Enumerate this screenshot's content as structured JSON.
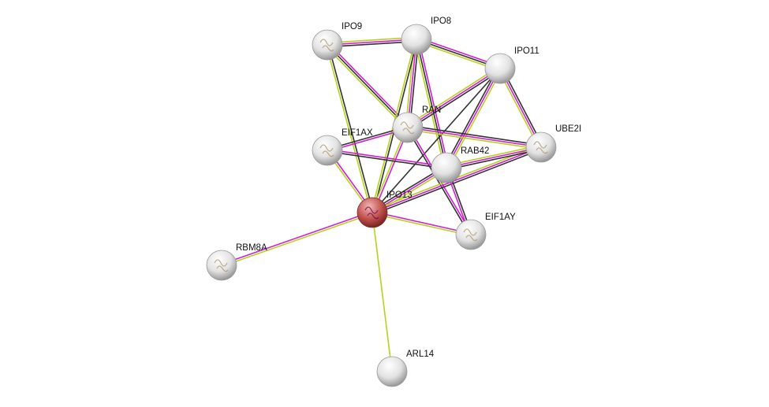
{
  "network": {
    "query_protein": "IPO13",
    "nodes": [
      {
        "id": "IPO9",
        "label": "IPO9",
        "structure": true
      },
      {
        "id": "IPO8",
        "label": "IPO8",
        "structure": false
      },
      {
        "id": "IPO11",
        "label": "IPO11",
        "structure": false
      },
      {
        "id": "RAN",
        "label": "RAN",
        "structure": true
      },
      {
        "id": "EIF1AX",
        "label": "EIF1AX",
        "structure": true
      },
      {
        "id": "UBE2I",
        "label": "UBE2I",
        "structure": true
      },
      {
        "id": "RAB42",
        "label": "RAB42",
        "structure": false
      },
      {
        "id": "IPO13",
        "label": "IPO13",
        "structure": true
      },
      {
        "id": "EIF1AY",
        "label": "EIF1AY",
        "structure": true
      },
      {
        "id": "RBM8A",
        "label": "RBM8A",
        "structure": true
      },
      {
        "id": "ARL14",
        "label": "ARL14",
        "structure": false
      }
    ],
    "evidence_colors": {
      "k": "#333333",
      "m": "#d21dd2",
      "y": "#b5d31c"
    },
    "node_colors": {
      "default": "#e6e6e6",
      "query": "#c0504d"
    },
    "edges": [
      [
        "IPO9",
        "IPO8",
        "ymk"
      ],
      [
        "IPO9",
        "RAN",
        "mky"
      ],
      [
        "IPO9",
        "IPO13",
        "ky"
      ],
      [
        "IPO8",
        "IPO11",
        "mky"
      ],
      [
        "IPO8",
        "RAN",
        "kmy"
      ],
      [
        "IPO8",
        "IPO13",
        "ky"
      ],
      [
        "IPO8",
        "RAB42",
        "mky"
      ],
      [
        "IPO11",
        "RAN",
        "kmy"
      ],
      [
        "IPO11",
        "RAB42",
        "ymk"
      ],
      [
        "IPO11",
        "IPO13",
        "k"
      ],
      [
        "IPO11",
        "UBE2I",
        "kmy"
      ],
      [
        "RAN",
        "EIF1AX",
        "mk"
      ],
      [
        "RAN",
        "UBE2I",
        "kmy"
      ],
      [
        "RAN",
        "IPO13",
        "my"
      ],
      [
        "RAN",
        "EIF1AY",
        "mk"
      ],
      [
        "EIF1AX",
        "RAB42",
        "mk"
      ],
      [
        "EIF1AX",
        "IPO13",
        "my"
      ],
      [
        "IPO13",
        "RAB42",
        "kmy"
      ],
      [
        "IPO13",
        "UBE2I",
        "ymk"
      ],
      [
        "IPO13",
        "EIF1AY",
        "my"
      ],
      [
        "IPO13",
        "RBM8A",
        "ym"
      ],
      [
        "IPO13",
        "ARL14",
        "y"
      ],
      [
        "RAB42",
        "UBE2I",
        "ymk"
      ],
      [
        "RAB42",
        "EIF1AY",
        "km"
      ]
    ]
  }
}
